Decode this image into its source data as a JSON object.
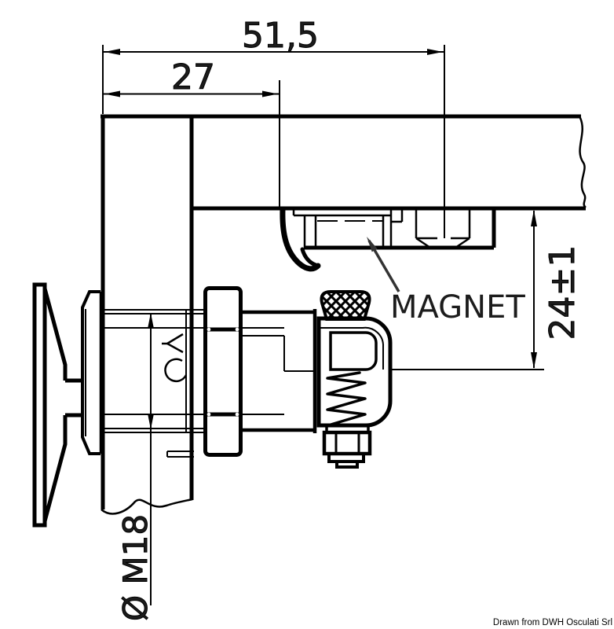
{
  "drawing": {
    "background": "#ffffff",
    "line_color": "#000000",
    "text_color": "#1c1c1c"
  },
  "labels": {
    "magnet": "MAGNET",
    "credit": "Drawn from DWH Osculati Srl"
  },
  "dimensions": {
    "overall_depth": "51,5",
    "hook_depth": "27",
    "drop_height": "24±1",
    "thread": "Ø M18"
  }
}
